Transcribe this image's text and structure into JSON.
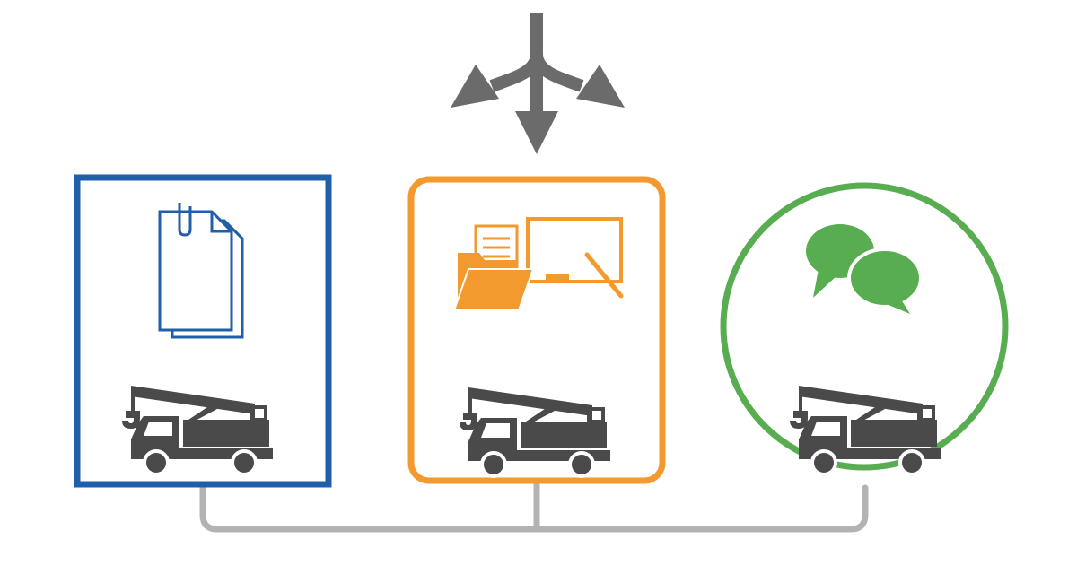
{
  "diagram": {
    "colors": {
      "background": "#ffffff",
      "blue": "#1f5faa",
      "orange": "#f29a2e",
      "green": "#58ad50",
      "gray_arrow": "#6b6b6b",
      "gray_line": "#b3b3b3",
      "dark": "#4a4a4a"
    },
    "nodes": [
      {
        "id": "documents",
        "shape": "square",
        "color": "blue",
        "icon": "paperclip-documents-icon",
        "vehicle": "crane-truck-icon"
      },
      {
        "id": "presentation",
        "shape": "rounded-square",
        "color": "orange",
        "icon": "folder-whiteboard-icon",
        "vehicle": "crane-truck-icon"
      },
      {
        "id": "chat",
        "shape": "circle",
        "color": "green",
        "icon": "speech-bubbles-icon",
        "vehicle": "crane-truck-icon"
      }
    ],
    "top_icon": "three-way-split-arrow-icon",
    "connector": "bracket-line"
  }
}
